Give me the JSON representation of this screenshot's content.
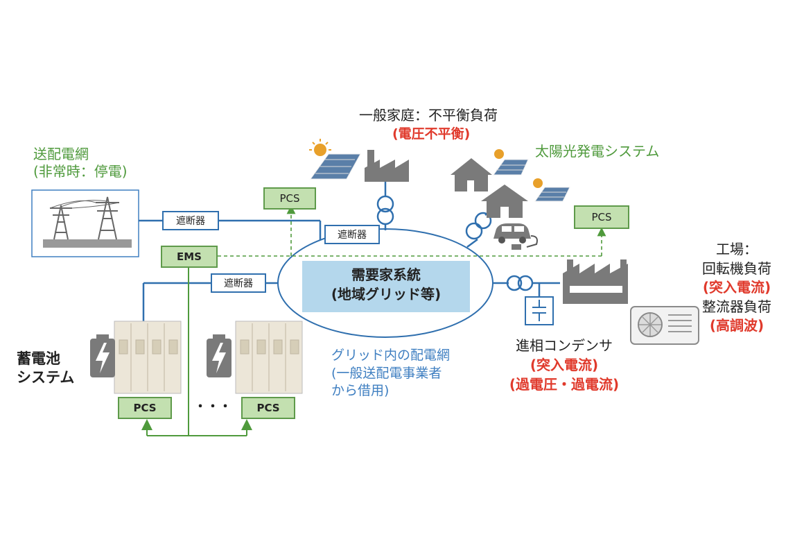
{
  "grid": {
    "title_line1": "送配電網",
    "title_line2": "(非常時：停電)"
  },
  "household": {
    "title": "一般家庭：不平衡負荷",
    "issue": "(電圧不平衡)"
  },
  "solar": {
    "title": "太陽光発電システム"
  },
  "factory": {
    "title": "工場：",
    "load1": "回転機負荷",
    "issue1": "(突入電流)",
    "load2": "整流器負荷",
    "issue2": "(高調波)"
  },
  "center": {
    "line1": "需要家系統",
    "line2": "(地域グリッド等)"
  },
  "distribution": {
    "line1": "グリッド内の配電網",
    "line2": "(一般送配電事業者",
    "line3": "から借用)"
  },
  "capacitor": {
    "title": "進相コンデンサ",
    "issue1": "(突入電流)",
    "issue2": "(過電圧・過電流)"
  },
  "battery": {
    "title_line1": "蓄電池",
    "title_line2": "システム"
  },
  "labels": {
    "pcs": "PCS",
    "ems": "EMS",
    "breaker": "遮断器",
    "ellipsis": "・・・"
  },
  "colors": {
    "green": "#4f9a3c",
    "red": "#e03a2c",
    "blue": "#2f6fae"
  }
}
